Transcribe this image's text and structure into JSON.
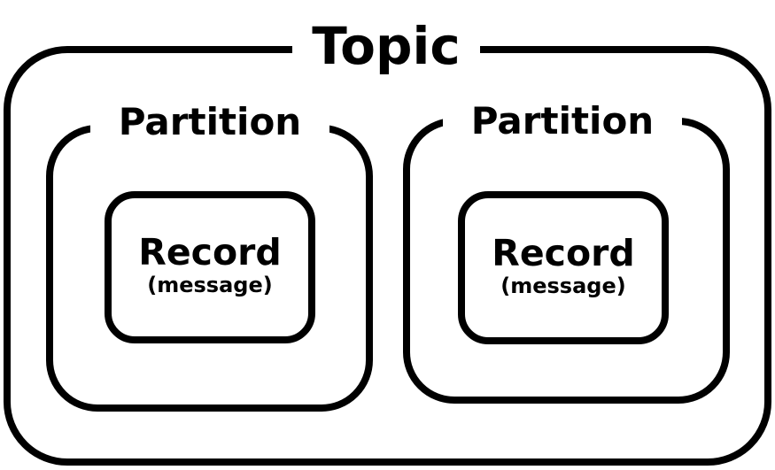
{
  "diagram": {
    "topic": {
      "title": "Topic"
    },
    "partitions": [
      {
        "title": "Partition",
        "record": {
          "title": "Record",
          "subtitle": "(message)"
        }
      },
      {
        "title": "Partition",
        "record": {
          "title": "Record",
          "subtitle": "(message)"
        }
      }
    ],
    "colors": {
      "stroke": "#000000",
      "background": "#ffffff",
      "text": "#000000"
    }
  }
}
